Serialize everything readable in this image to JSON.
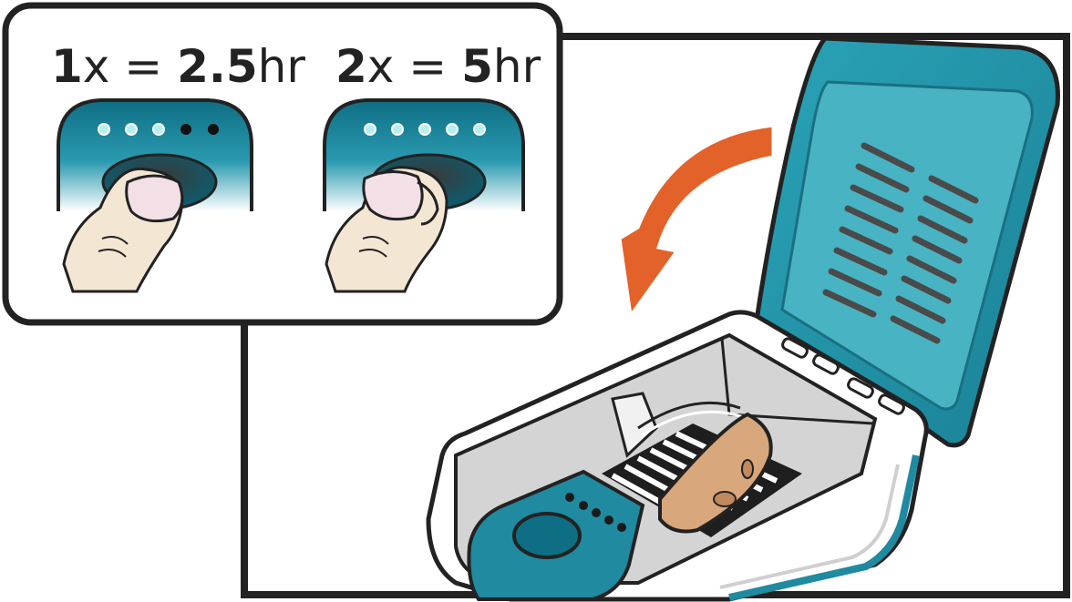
{
  "inset": {
    "option_one": {
      "count": "1",
      "times": "x = ",
      "duration": "2.5",
      "unit": "hr",
      "lit_dots": 3,
      "total_dots": 5
    },
    "option_two": {
      "count": "2",
      "times": "x = ",
      "duration": "5",
      "unit": "hr",
      "lit_dots": 5,
      "total_dots": 5
    }
  },
  "colors": {
    "teal": "#1f8aa0",
    "teal_dark": "#0e6e83",
    "teal_light": "#3db0c2",
    "arrow": "#e3622a",
    "hearing_aid": "#d9a77c",
    "skin": "#f3e7d4",
    "nail": "#f3dfe6",
    "outline": "#222222"
  },
  "icons": [
    "finger-press-icon",
    "curved-arrow-icon",
    "hearing-aid-icon",
    "charging-case-icon"
  ]
}
